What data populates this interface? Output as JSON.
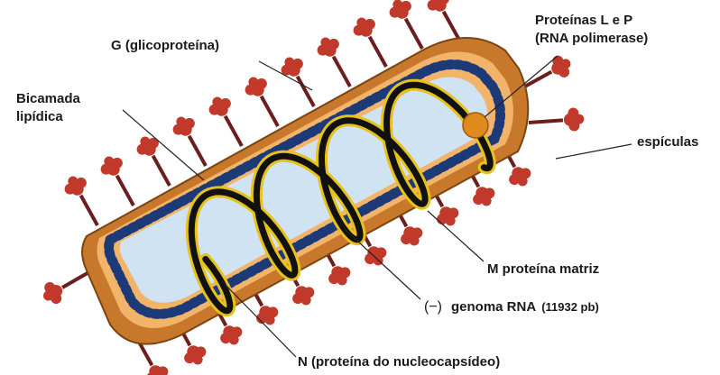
{
  "labels": {
    "glicoproteina": "G (glicoproteína)",
    "proteinas_lp_line1": "Proteínas L e P",
    "proteinas_lp_line2": "(RNA polimerase)",
    "bicamada_line1": "Bicamada",
    "bicamada_line2": "lipídica",
    "especulas": "espículas",
    "matriz": "M proteína matriz",
    "genoma_sign": "(−)",
    "genoma": "genoma RNA",
    "genoma_bp": "(11932 pb)",
    "nucleocapsideo": "N (proteína do nucleocapsídeo)"
  },
  "colors": {
    "membrane_outer": "#c8782a",
    "membrane_inner": "#f2b36a",
    "matrix_dots": "#1d3a78",
    "interior": "#cfe3f2",
    "spike": "#c0392b",
    "spike_stem": "#6b1e1e",
    "helix_core": "#111111",
    "helix_edge": "#e7c21c",
    "polymerase": "#e08a1e"
  }
}
